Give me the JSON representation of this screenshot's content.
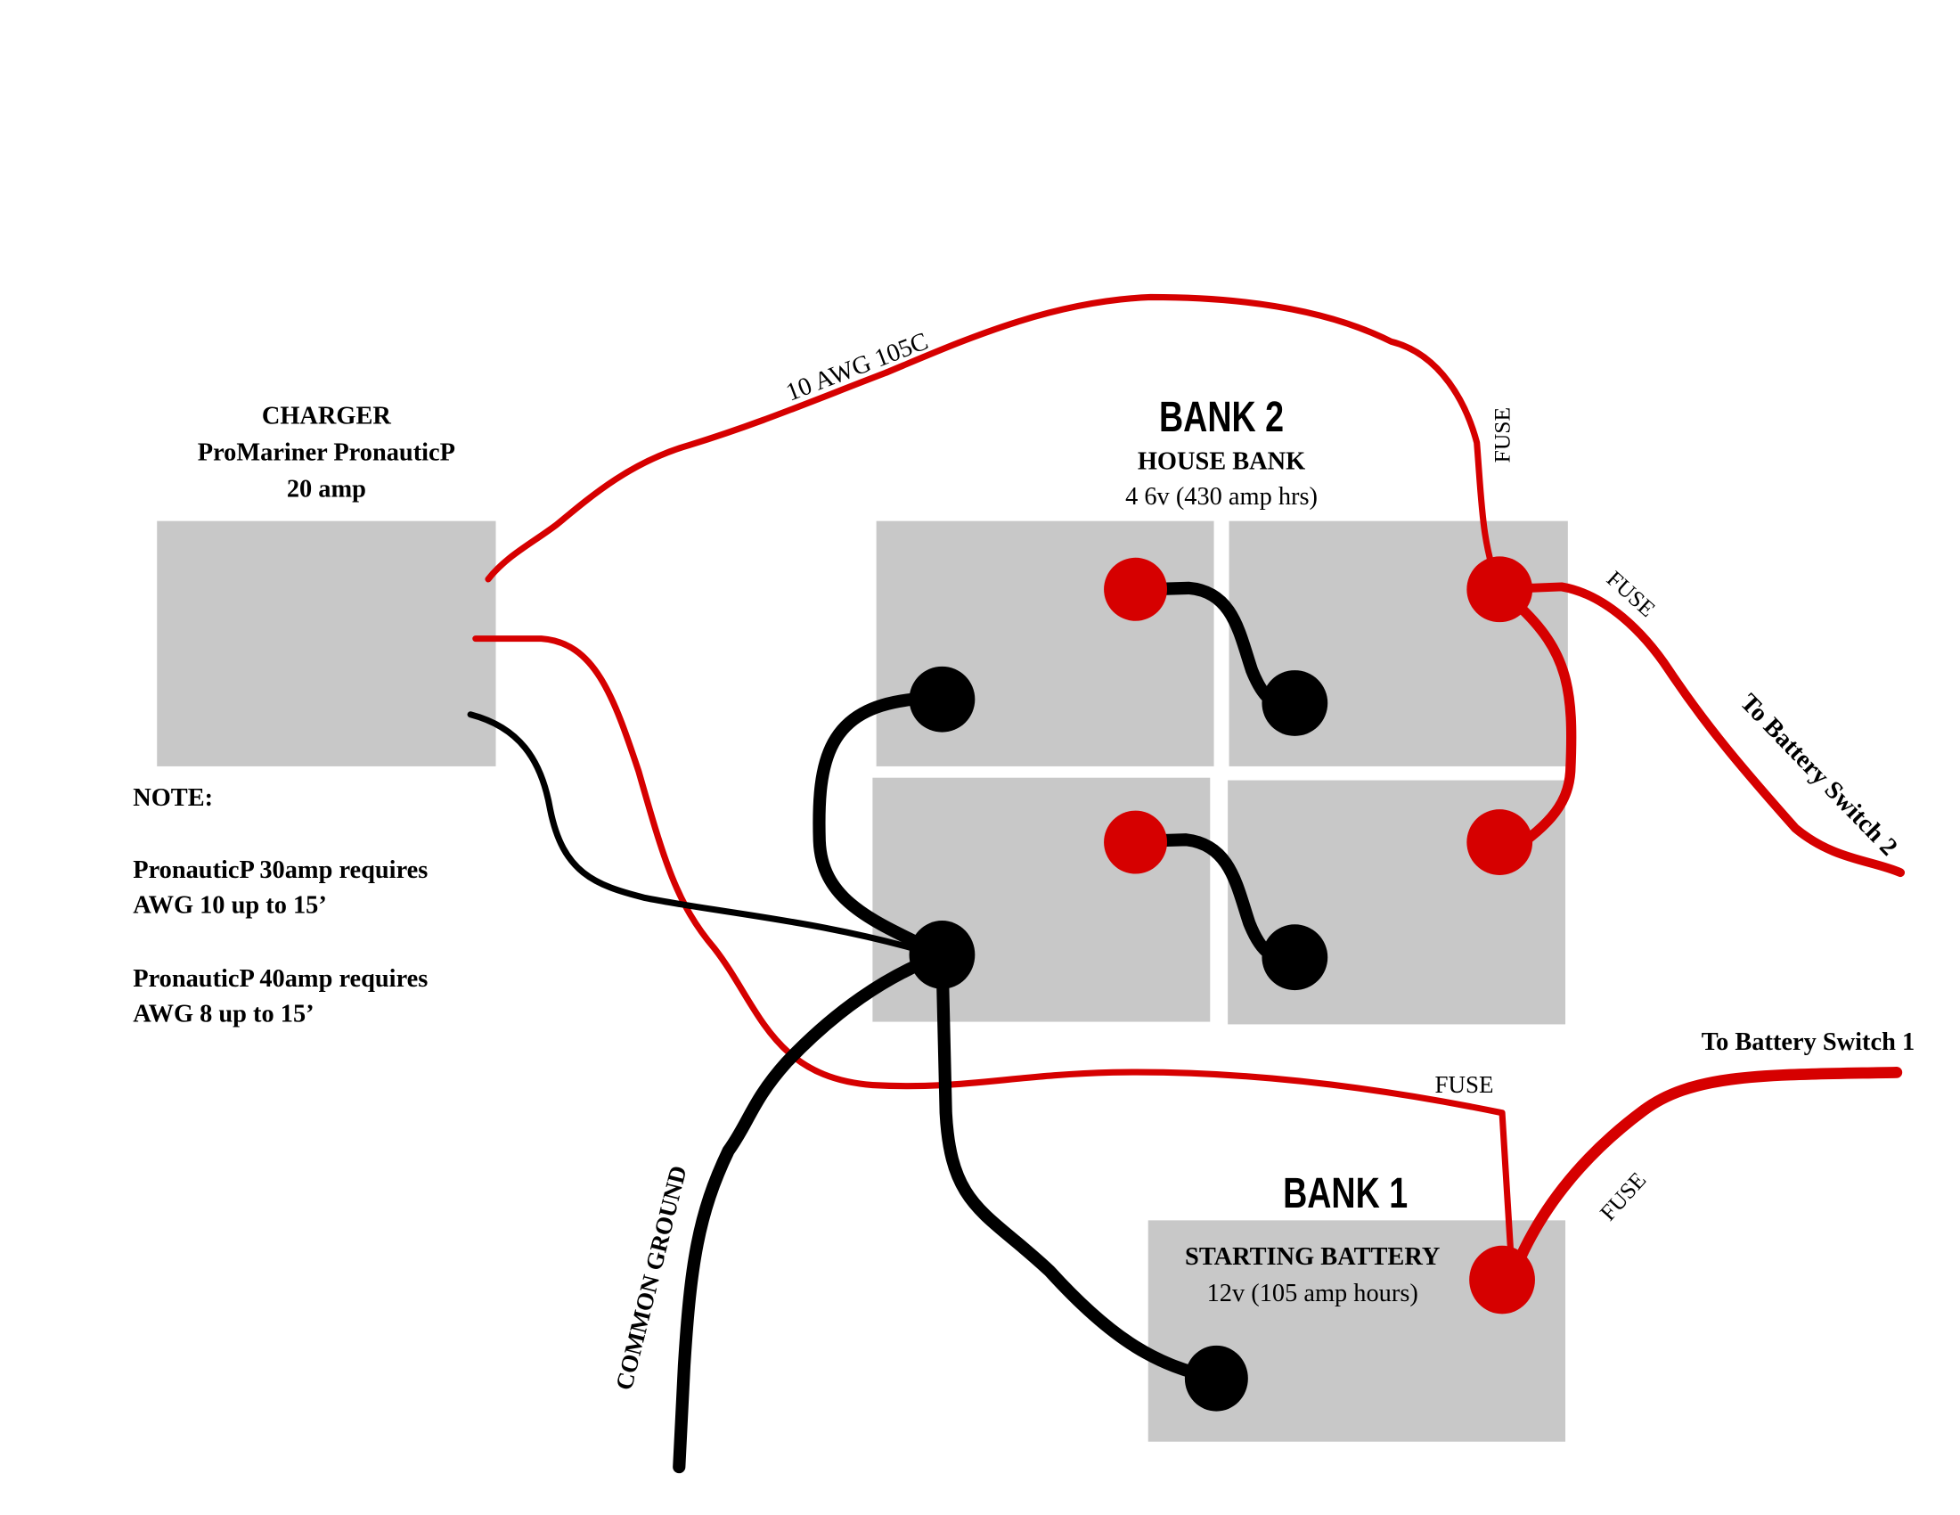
{
  "colors": {
    "positive": "#d60000",
    "negative": "#000000",
    "battery": "#c8c8c8"
  },
  "charger": {
    "title": "CHARGER",
    "model": "ProMariner PronauticP",
    "rating": "20 amp"
  },
  "note": {
    "heading": "NOTE:",
    "lines": [
      "PronauticP 30amp requires",
      "AWG 10 up to 15’",
      "PronauticP 40amp requires",
      "AWG 8 up to 15’"
    ]
  },
  "bank2": {
    "title": "BANK 2",
    "subtitle": "HOUSE BANK",
    "spec": "4 6v (430 amp hrs)"
  },
  "bank1": {
    "title": "BANK 1",
    "subtitle": "STARTING BATTERY",
    "spec": "12v (105 amp hours)"
  },
  "wire_labels": {
    "gauge": "10 AWG 105C",
    "fuse_top": "FUSE",
    "fuse_switch2": "FUSE",
    "to_switch2": "To Battery Switch 2",
    "to_switch1": "To Battery Switch 1",
    "fuse_bank1_feed": "FUSE",
    "fuse_switch1": "FUSE",
    "common_ground": "COMMON GROUND"
  }
}
